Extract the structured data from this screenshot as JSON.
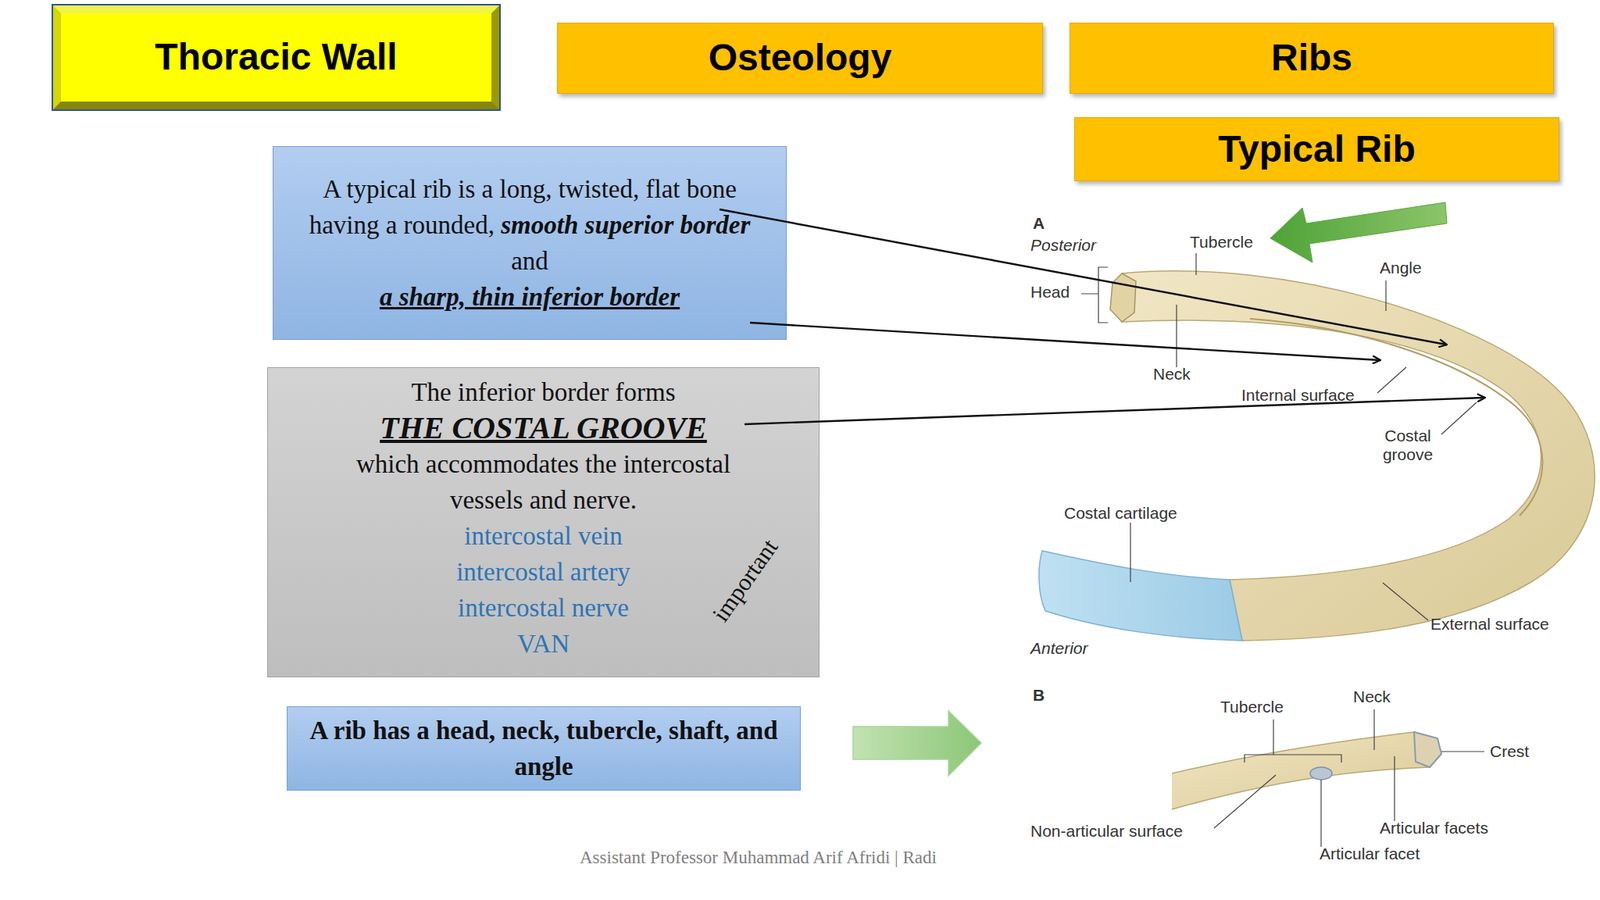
{
  "diagram": {
    "nodes": [
      {
        "text": [
          "Thoracic Wall"
        ]
      },
      {
        "text": [
          "Osteology"
        ]
      },
      {
        "text": [
          "Ribs"
        ]
      },
      {
        "text": [
          "Typical Rib"
        ]
      },
      {
        "text": [
          "A typical rib is a long, twisted, flat bone having a rounded,",
          "smooth superior border",
          "and",
          "a sharp, thin inferior border"
        ]
      },
      {
        "text": [
          "The inferior border forms",
          "THE COSTAL GROOVE",
          "which accommodates the intercostal vessels and nerve.",
          "intercostal vein",
          "intercostal artery",
          "intercostal nerve",
          "VAN",
          "important"
        ]
      },
      {
        "text": [
          "A rib has a head, neck, tubercle, shaft, and angle"
        ]
      }
    ],
    "labels": [
      "A",
      "Posterior",
      "Tubercle",
      "Head",
      "Angle",
      "Neck",
      "Internal surface",
      "Costal groove",
      "Costal cartilage",
      "External surface",
      "Anterior",
      "B",
      "Tubercle",
      "Neck",
      "Crest",
      "Non-articular surface",
      "Articular facets",
      "Articular facet",
      "Assistant Professor Muhammad Arif Afridi | Radi"
    ]
  }
}
